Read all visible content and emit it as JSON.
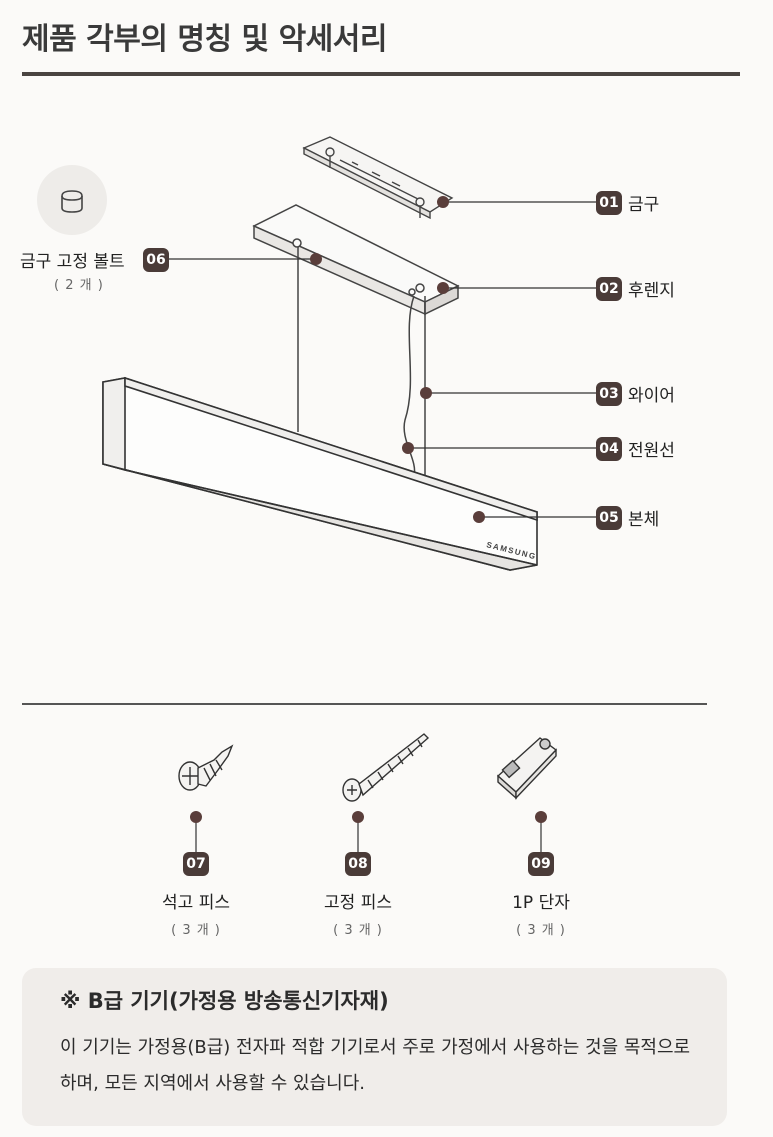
{
  "title": "제품 각부의 명칭 및 악세서리",
  "parts": [
    {
      "num": "01",
      "name": "금구"
    },
    {
      "num": "02",
      "name": "후렌지"
    },
    {
      "num": "03",
      "name": "와이어"
    },
    {
      "num": "04",
      "name": "전원선"
    },
    {
      "num": "05",
      "name": "본체"
    },
    {
      "num": "06",
      "name": "금구 고정 볼트",
      "qty": "( 2 개 )"
    }
  ],
  "brand_text": "SAMSUNG",
  "accessories": [
    {
      "num": "07",
      "name": "석고 피스",
      "qty": "( 3 개 )"
    },
    {
      "num": "08",
      "name": "고정 피스",
      "qty": "( 3 개 )"
    },
    {
      "num": "09",
      "name": "1P 단자",
      "qty": "( 3 개 )"
    }
  ],
  "note": {
    "title": "※ B급 기기(가정용 방송통신기자재)",
    "body": "이 기기는 가정용(B급) 전자파 적합 기기로서 주로 가정에서 사용하는 것을 목적으로 하며, 모든 지역에서 사용할 수 있습니다."
  },
  "colors": {
    "badge": "#4a3b38",
    "rule": "#4a4441",
    "note_bg": "#f0edea"
  }
}
